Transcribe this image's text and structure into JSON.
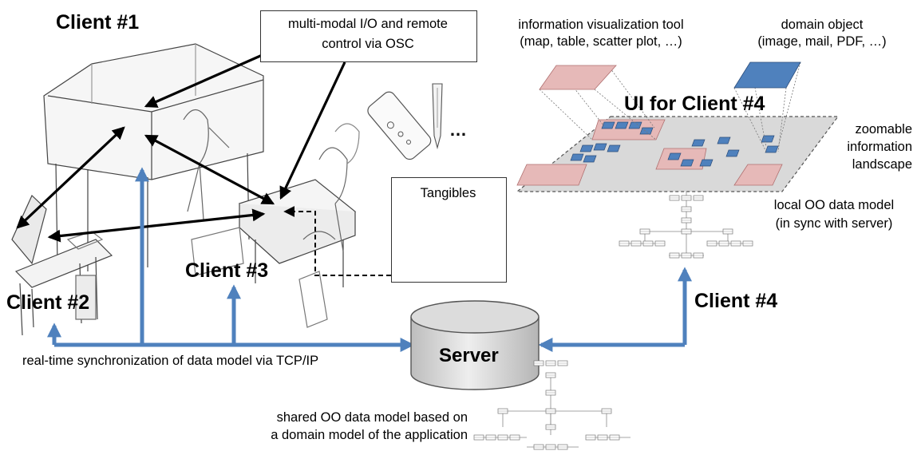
{
  "labels": {
    "client1": "Client #1",
    "client2": "Client #2",
    "client3": "Client #3",
    "client4": "Client #4",
    "ui_client4": "UI for Client #4",
    "server": "Server"
  },
  "callouts": {
    "io_line1": "multi-modal I/O and remote",
    "io_line2": "control via OSC",
    "tangibles": "Tangibles",
    "ellipsis": "…"
  },
  "annotations": {
    "vis_tool_line1": "information visualization tool",
    "vis_tool_line2": "(map, table, scatter plot, …)",
    "domain_obj_line1": "domain object",
    "domain_obj_line2": "(image, mail, PDF, …)",
    "zoom_line1": "zoomable",
    "zoom_line2": "information",
    "zoom_line3": "landscape",
    "local_model_line1": "local OO data model",
    "local_model_line2": "(in sync with server)",
    "sync": "real-time synchronization of data model via TCP/IP",
    "shared_line1": "shared OO data model based on",
    "shared_line2": "a domain model of the application"
  },
  "colors": {
    "sync_arrow": "#4f81bd",
    "vis_tool_fill": "#e6b9b8",
    "domain_object_fill": "#4f81bd",
    "landscape_fill": "#d9d9d9",
    "cylinder_fill": "#d0d0d0"
  }
}
